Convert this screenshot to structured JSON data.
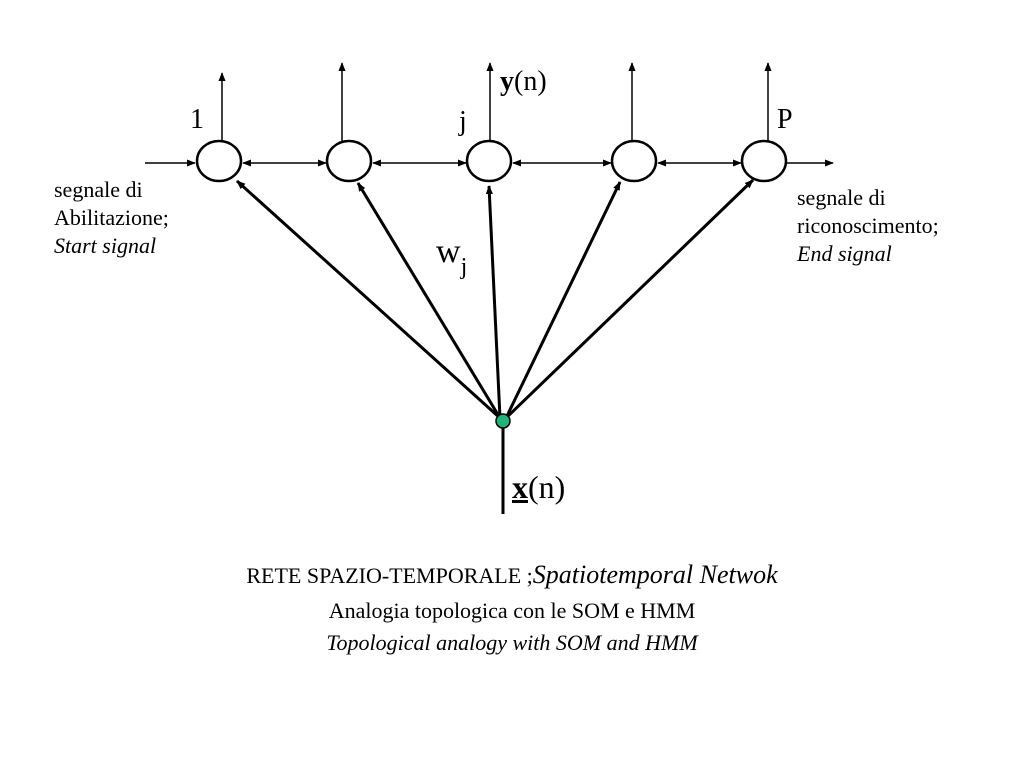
{
  "nodes": {
    "first_label": "1",
    "j_label": "j",
    "last_label": "P"
  },
  "output": {
    "symbol": "y",
    "arg": "(n)"
  },
  "weight": {
    "symbol": "w",
    "subscript": "j"
  },
  "input": {
    "symbol": "x",
    "arg": "(n)"
  },
  "left_note": {
    "line1": "segnale di",
    "line2": "Abilitazione;",
    "line3": "Start signal"
  },
  "right_note": {
    "line1": "segnale di",
    "line2": "riconoscimento;",
    "line3": "End signal"
  },
  "caption": {
    "line1_main": "RETE SPAZIO-TEMPORALE ;",
    "line1_italic": "Spatiotemporal Netwok",
    "line2": "Analogia topologica con le SOM e HMM",
    "line3": "Topological analogy with SOM and HMM"
  },
  "colors": {
    "input_node": "#1fb57a",
    "stroke": "#000000"
  }
}
